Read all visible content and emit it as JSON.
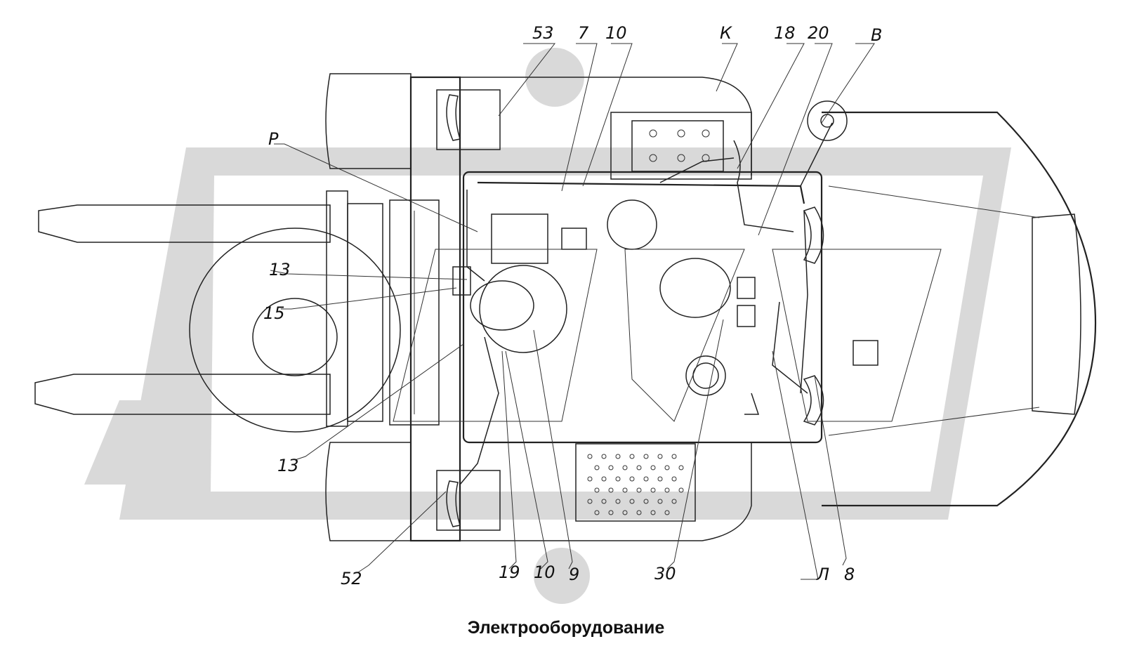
{
  "caption": "Электрооборудование",
  "callouts": {
    "c53": "53",
    "c7": "7",
    "c10_top": "10",
    "cK": "К",
    "c18": "18",
    "c20": "20",
    "cB": "В",
    "cP": "Р",
    "c13_upper": "13",
    "c15": "15",
    "c13_lower": "13",
    "c52": "52",
    "c19": "19",
    "c10_bottom": "10",
    "c9": "9",
    "c30": "30",
    "cL": "Л",
    "c8": "8"
  }
}
